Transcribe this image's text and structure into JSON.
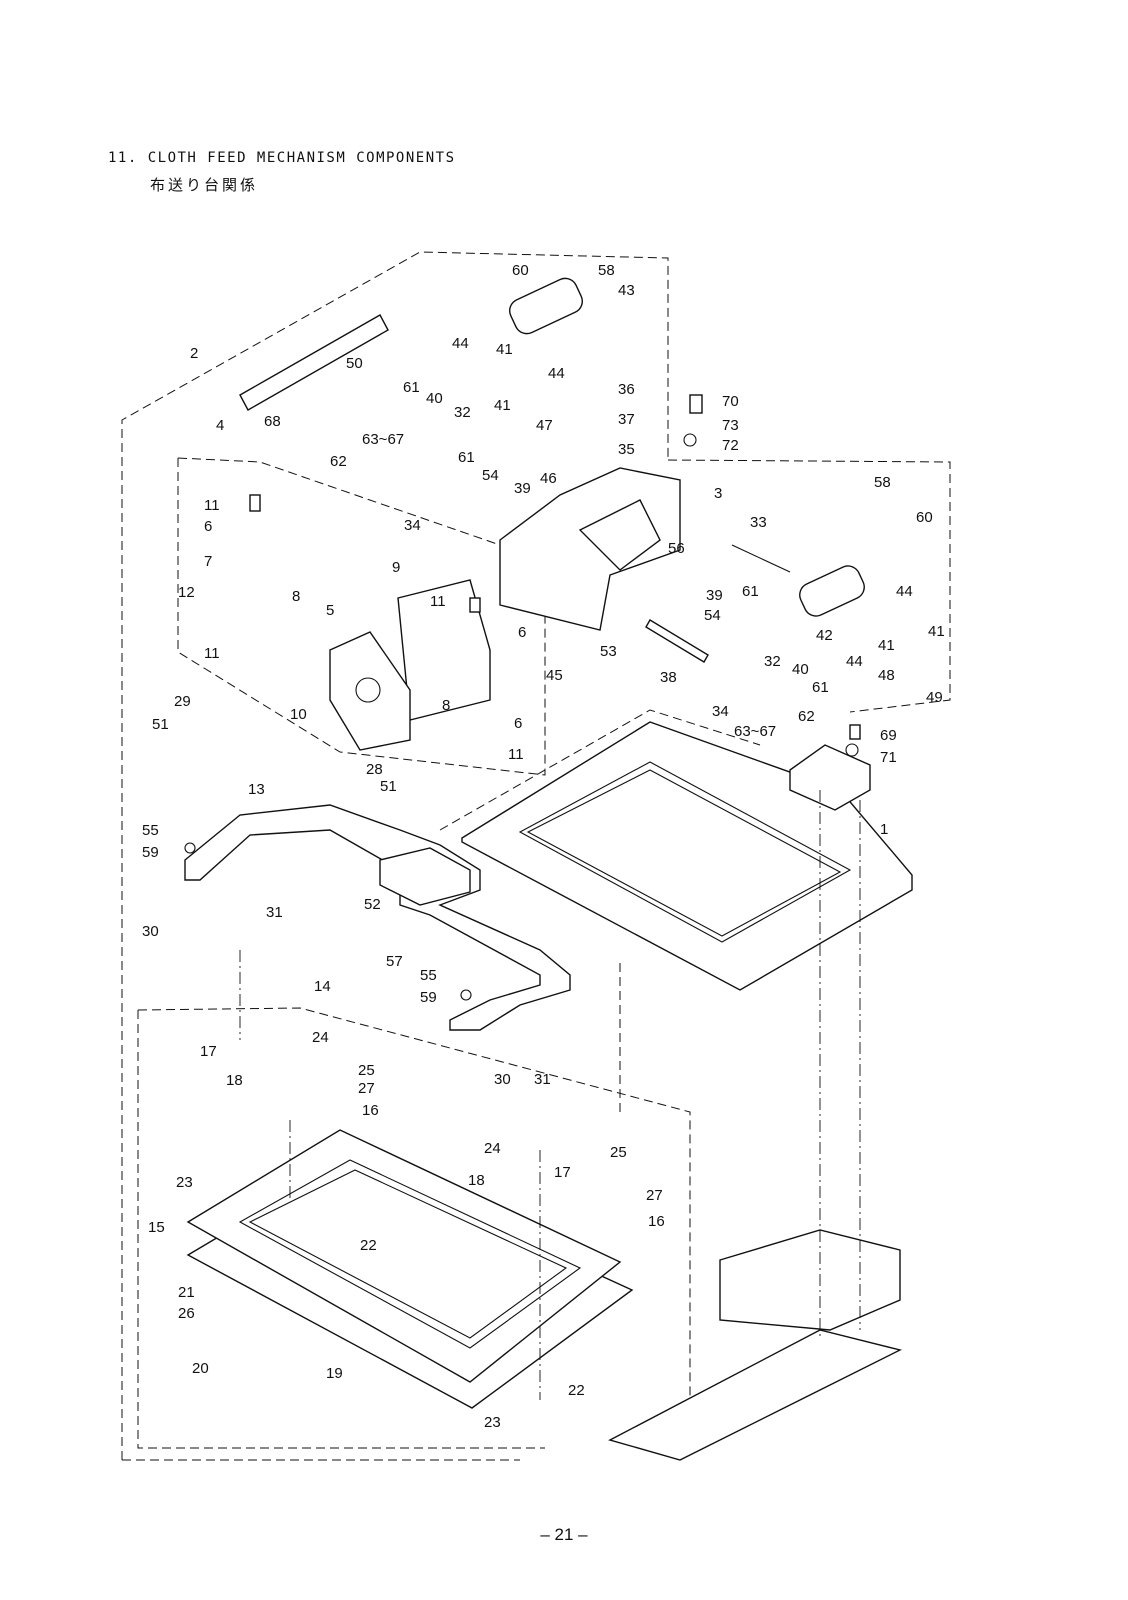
{
  "section": {
    "title_en": "11. CLOTH FEED MECHANISM COMPONENTS",
    "title_jp": "布送り台関係"
  },
  "page_number": "– 21 –",
  "callouts": [
    "60",
    "58",
    "43",
    "2",
    "50",
    "44",
    "41",
    "44",
    "36",
    "70",
    "61",
    "40",
    "32",
    "41",
    "37",
    "73",
    "68",
    "47",
    "72",
    "4",
    "63~67",
    "35",
    "62",
    "61",
    "54",
    "39",
    "46",
    "3",
    "58",
    "60",
    "11",
    "34",
    "33",
    "6",
    "56",
    "7",
    "9",
    "39",
    "44",
    "12",
    "8",
    "11",
    "6",
    "54",
    "61",
    "5",
    "53",
    "45",
    "32",
    "42",
    "44",
    "41",
    "11",
    "40",
    "38",
    "41",
    "48",
    "29",
    "8",
    "61",
    "49",
    "51",
    "10",
    "6",
    "34",
    "63~67",
    "62",
    "69",
    "28",
    "11",
    "71",
    "51",
    "13",
    "1",
    "55",
    "59",
    "31",
    "30",
    "52",
    "57",
    "55",
    "59",
    "14",
    "24",
    "17",
    "18",
    "25",
    "27",
    "30",
    "31",
    "16",
    "24",
    "25",
    "23",
    "18",
    "17",
    "27",
    "15",
    "16",
    "22",
    "21",
    "26",
    "20",
    "19",
    "22",
    "23"
  ],
  "icons": {
    "screw": "screw-icon",
    "washer": "washer-icon",
    "solenoid": "solenoid-icon"
  }
}
